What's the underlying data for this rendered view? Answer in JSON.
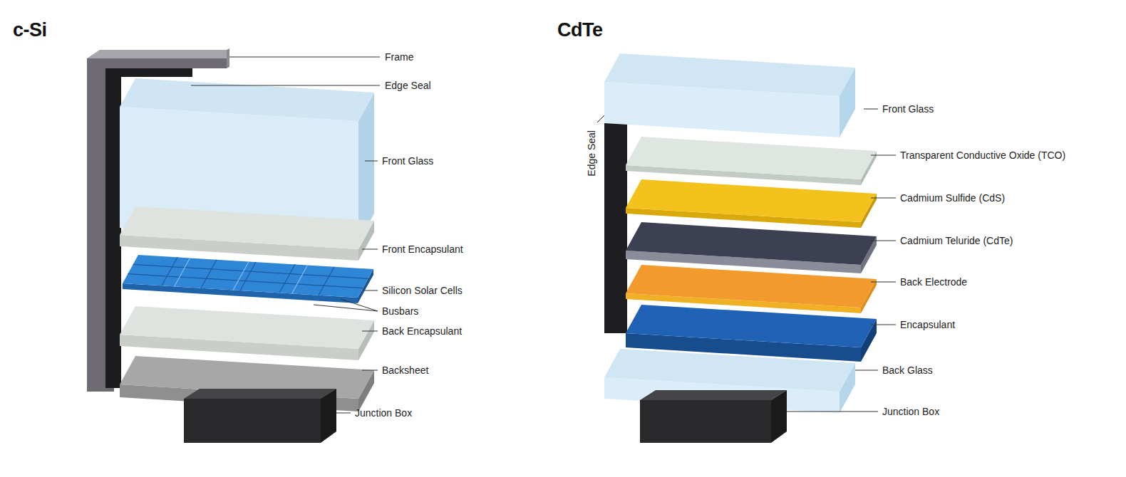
{
  "diagram": {
    "labels": [
      "c-Si",
      "Frame",
      "Edge Seal",
      "Front Glass",
      "Front Encapsulant",
      "Silicon Solar Cells",
      "Busbars",
      "Back Encapsulant",
      "Backsheet",
      "Junction Box",
      "CdTe",
      "Edge Seal",
      "Front Glass",
      "Transparent Conductive Oxide (TCO)",
      "Cadmium Sulfide (CdS)",
      "Cadmium Teluride (CdTe)",
      "Back Electrode",
      "Encapsulant",
      "Back Glass",
      "Junction Box"
    ]
  }
}
